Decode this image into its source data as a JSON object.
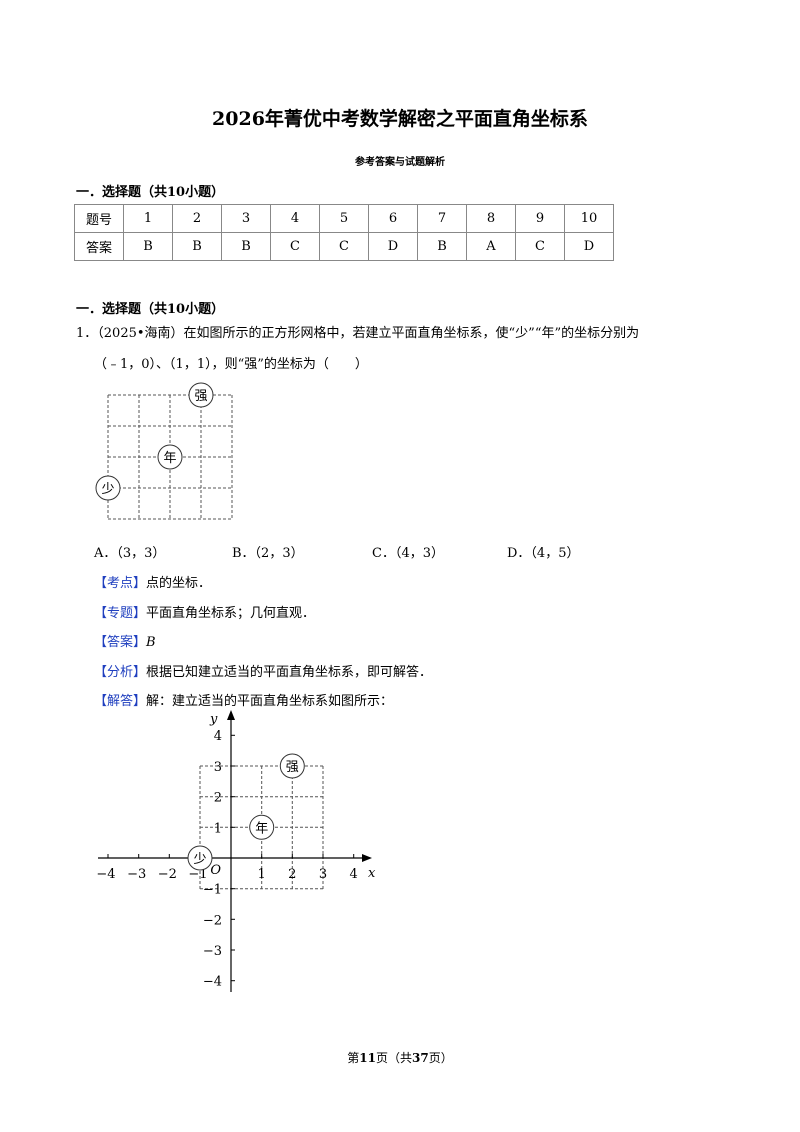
{
  "title": "2026年菁优中考数学解密之平面直角坐标系",
  "subtitle": "参考答案与试题解析",
  "section1": "一．选择题（共10小题）",
  "answer_table": {
    "header_label": "题号",
    "answer_label": "答案",
    "numbers": [
      "1",
      "2",
      "3",
      "4",
      "5",
      "6",
      "7",
      "8",
      "9",
      "10"
    ],
    "answers": [
      "B",
      "B",
      "B",
      "C",
      "C",
      "D",
      "B",
      "A",
      "C",
      "D"
    ]
  },
  "section2": "一．选择题（共10小题）",
  "question": {
    "line1": "1．（2025•海南）在如图所示的正方形网格中，若建立平面直角坐标系，使“少”“年”的坐标分别为",
    "line2": "（﹣1，0）、（1，1），则“强”的坐标为（　　）",
    "options": [
      "A．（3，3）",
      "B．（2，3）",
      "C．（4，3）",
      "D．（4，5）"
    ]
  },
  "figure_labels": {
    "shao": "少",
    "nian": "年",
    "qiang": "强"
  },
  "analysis": {
    "kaodian_tag": "【考点】",
    "kaodian": "点的坐标．",
    "zhuanti_tag": "【专题】",
    "zhuanti": "平面直角坐标系；几何直观．",
    "daan_tag": "【答案】",
    "daan": "B",
    "fenxi_tag": "【分析】",
    "fenxi": "根据已知建立适当的平面直角坐标系，即可解答．",
    "jieda_tag": "【解答】",
    "jieda": "解：建立适当的平面直角坐标系如图所示："
  },
  "axes": {
    "x_label": "x",
    "y_label": "y",
    "origin": "O",
    "x_ticks": [
      "−4",
      "−3",
      "−2",
      "−1",
      "1",
      "2",
      "3",
      "4"
    ],
    "y_ticks": [
      "4",
      "3",
      "2",
      "1",
      "−1",
      "−2",
      "−3",
      "−4"
    ]
  },
  "footer": {
    "prefix": "第",
    "page": "11",
    "mid": "页（共",
    "total": "37",
    "suffix": "页）"
  },
  "colors": {
    "accent": "#1f3fbf"
  }
}
